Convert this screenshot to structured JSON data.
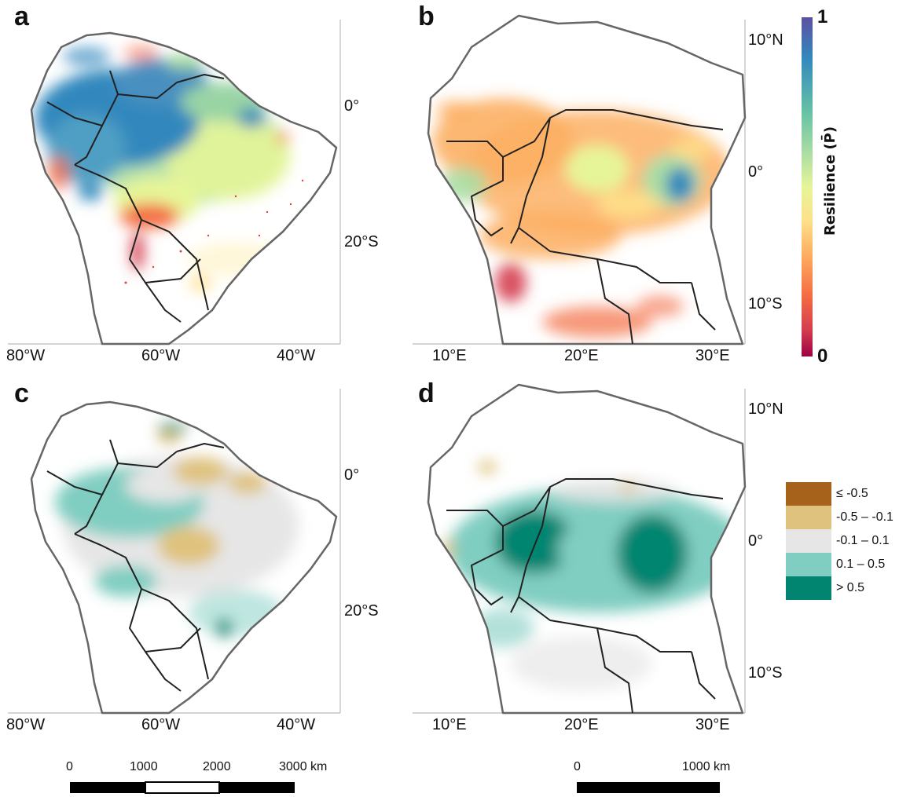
{
  "panels": {
    "a": {
      "letter": "a"
    },
    "b": {
      "letter": "b"
    },
    "c": {
      "letter": "c"
    },
    "d": {
      "letter": "d"
    }
  },
  "south_america_ticks": {
    "lon": [
      "80°W",
      "60°W",
      "40°W"
    ],
    "lat": [
      "0°",
      "20°S"
    ]
  },
  "africa_ticks": {
    "lon": [
      "10°E",
      "20°E",
      "30°E"
    ],
    "lat": [
      "10°N",
      "0°",
      "10°S"
    ]
  },
  "colorbar": {
    "title": "Resilience (P̄)",
    "max_label": "1",
    "min_label": "0",
    "colors": [
      "#5e4fa2",
      "#3288bd",
      "#66c2a5",
      "#abdda4",
      "#e6f598",
      "#fee08b",
      "#fdae61",
      "#f46d43",
      "#d53e4f",
      "#9e0142"
    ]
  },
  "change_legend": {
    "items": [
      {
        "label": "≤ -0.5",
        "color": "#a6611a"
      },
      {
        "label": "-0.5 – -0.1",
        "color": "#dfc27d"
      },
      {
        "label": "-0.1 – 0.1",
        "color": "#e6e6e6"
      },
      {
        "label": "0.1 – 0.5",
        "color": "#80cdc1"
      },
      {
        "label": "> 0.5",
        "color": "#018571"
      }
    ]
  },
  "scalebars": {
    "south_america": {
      "labels": [
        "0",
        "1000",
        "2000",
        "3000 km"
      ]
    },
    "africa": {
      "labels": [
        "0",
        "1000 km"
      ]
    }
  }
}
